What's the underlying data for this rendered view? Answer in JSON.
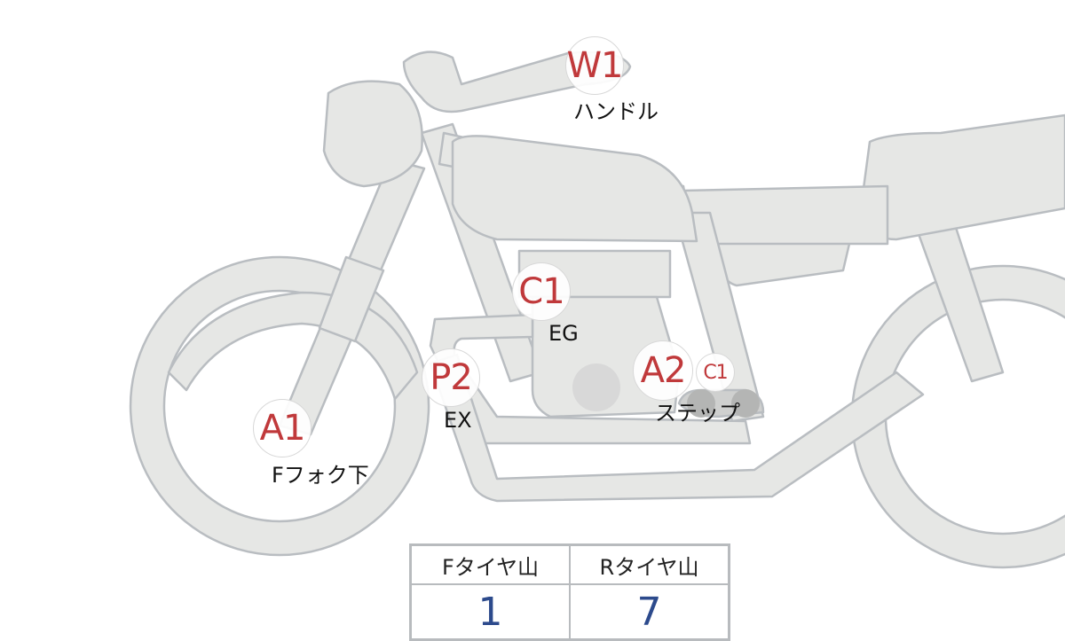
{
  "markers": [
    {
      "code": "W1",
      "label": "ハンドル"
    },
    {
      "code": "C1",
      "label": "EG"
    },
    {
      "code": "P2",
      "label": "EX"
    },
    {
      "code": "A1",
      "label": "Fフォク下"
    },
    {
      "code": "A2",
      "label": "ステップ"
    },
    {
      "code": "C1",
      "label": ""
    }
  ],
  "tire_table": {
    "headers": [
      "Fタイヤ山",
      "Rタイヤ山"
    ],
    "values": [
      "1",
      "7"
    ]
  },
  "colors": {
    "body_fill": "#e6e7e5",
    "outline": "#b9bdc1",
    "marker_text": "#c0393b",
    "value_text": "#2c4a8c"
  }
}
